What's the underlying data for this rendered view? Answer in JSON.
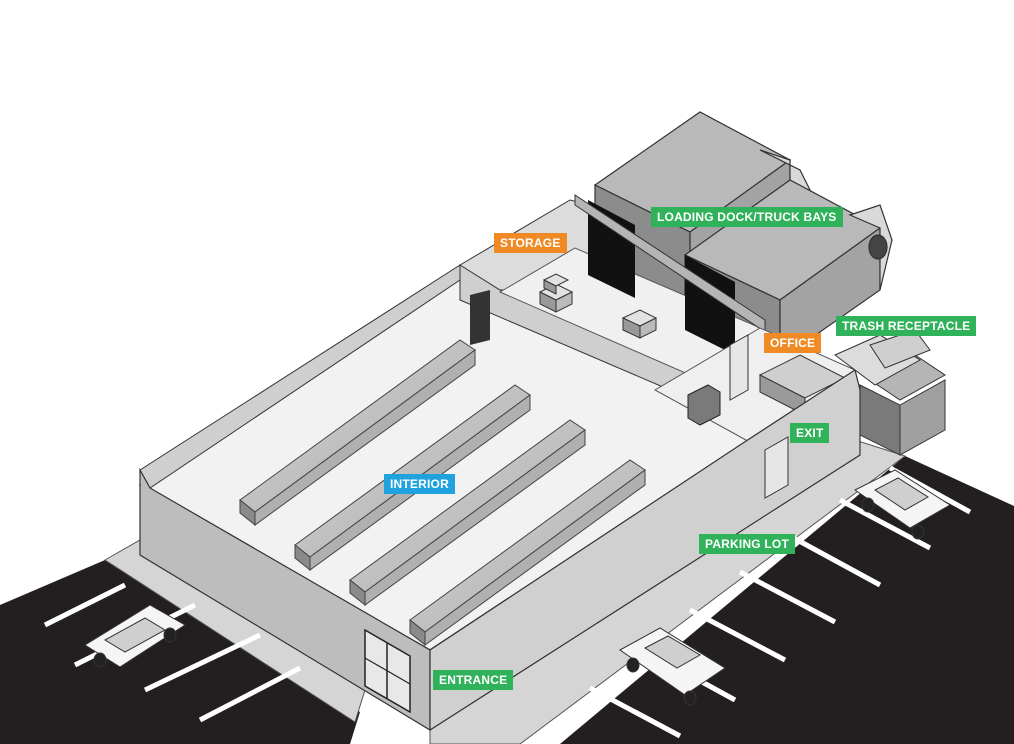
{
  "labels": {
    "storage": "STORAGE",
    "loading_dock": "LOADING DOCK/TRUCK BAYS",
    "trash": "TRASH RECEPTACLE",
    "office": "OFFICE",
    "exit": "EXIT",
    "interior": "INTERIOR",
    "parking_lot": "PARKING LOT",
    "entrance": "ENTRANCE"
  },
  "colors": {
    "zone_green": "#2fb25a",
    "zone_orange": "#f08a24",
    "zone_blue": "#1ea3de",
    "asphalt": "#231f20",
    "wall": "#c9c9c9",
    "floor": "#f2f2f2"
  }
}
